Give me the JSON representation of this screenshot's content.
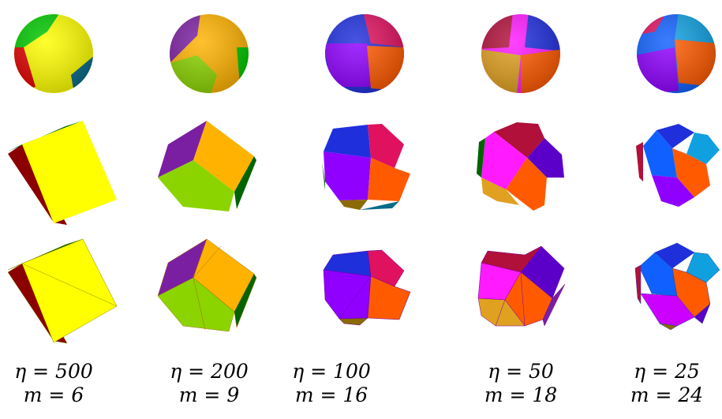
{
  "palette": {
    "yellow": "#ffff00",
    "dark_green": "#006400",
    "dark_red": "#8b0000",
    "purple": "#7b1fa2",
    "orange": "#ffb300",
    "lime": "#8bd400",
    "blue": "#1f2fdc",
    "crimson": "#e0115f",
    "violet": "#8f00ff",
    "orange_red": "#ff5a00",
    "magenta": "#ff1aff",
    "mustard": "#e0a020",
    "maroon": "#b0103a",
    "sky": "#10a0e0",
    "azure": "#1060ff",
    "green": "#00c800",
    "red": "#e00000",
    "teal": "#0a6b8a"
  },
  "columns": [
    {
      "eta": "η = 500",
      "m": "m = 6",
      "sphere": [
        "green",
        "red",
        "yellow",
        "teal"
      ],
      "poly_faces": [
        "yellow",
        "dark_green",
        "dark_red"
      ],
      "poly_faces_tri": [
        "yellow",
        "dark_green",
        "dark_red"
      ]
    },
    {
      "eta": "η = 200",
      "m": "m = 9",
      "sphere": [
        "purple",
        "orange",
        "lime",
        "green"
      ],
      "poly_faces": [
        "orange",
        "purple",
        "lime",
        "dark_green"
      ],
      "poly_faces_tri": [
        "orange",
        "purple",
        "lime",
        "dark_green"
      ]
    },
    {
      "eta": "η = 100",
      "m": "m = 16",
      "sphere": [
        "blue",
        "crimson",
        "violet",
        "orange_red"
      ],
      "poly_faces": [
        "blue",
        "crimson",
        "violet",
        "orange_red",
        "dark_green"
      ],
      "poly_faces_tri": [
        "blue",
        "crimson",
        "violet",
        "orange_red"
      ]
    },
    {
      "eta": "η = 50",
      "m": "m = 18",
      "sphere": [
        "magenta",
        "maroon",
        "mustard",
        "orange_red"
      ],
      "poly_faces": [
        "maroon",
        "magenta",
        "violet",
        "orange_red",
        "mustard"
      ],
      "poly_faces_tri": [
        "maroon",
        "magenta",
        "violet",
        "orange_red",
        "mustard"
      ]
    },
    {
      "eta": "η = 25",
      "m": "m = 24",
      "sphere": [
        "azure",
        "sky",
        "violet",
        "orange_red"
      ],
      "poly_faces": [
        "blue",
        "sky",
        "azure",
        "orange_red",
        "violet"
      ],
      "poly_faces_tri": [
        "blue",
        "sky",
        "azure",
        "orange_red",
        "violet"
      ]
    }
  ]
}
